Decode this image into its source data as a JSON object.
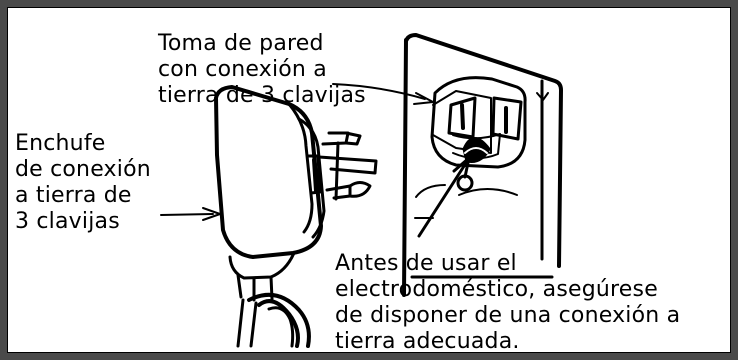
{
  "diagram": {
    "labels": {
      "outlet": {
        "lines": [
          "Toma de pared",
          "con conexión a",
          "tierra de 3 clavijas"
        ]
      },
      "plug": {
        "lines": [
          "Enchufe",
          "de conexión",
          "a tierra de",
          "3 clavijas"
        ]
      },
      "instruction": {
        "lines": [
          "Antes de usar el",
          "electrodoméstico, asegúrese",
          "de disponer de una conexión a",
          "tierra adecuada."
        ]
      }
    },
    "colors": {
      "line": "#000000",
      "paper": "#ffffff",
      "frame": "#4a4a4a"
    }
  }
}
